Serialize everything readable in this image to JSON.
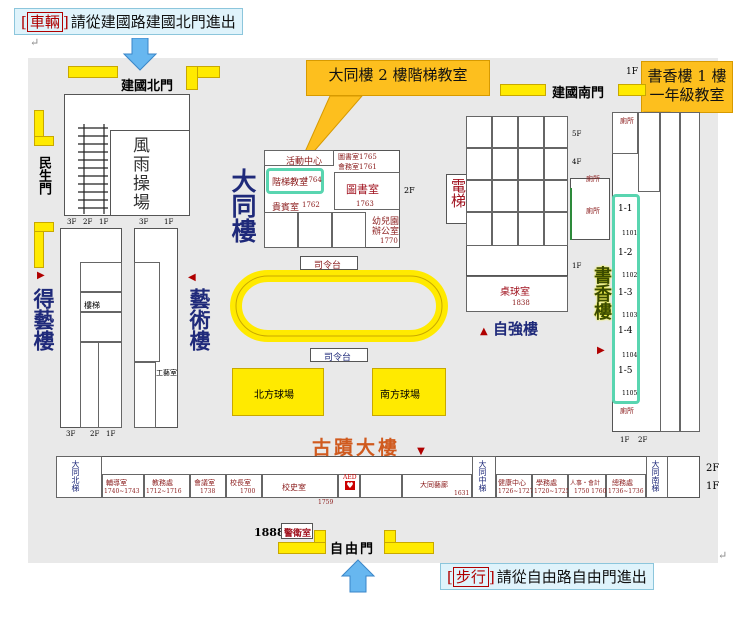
{
  "car_note": {
    "tag": "車輛",
    "text": "請從建國路建國北門進出"
  },
  "walk_note": {
    "tag": "步行",
    "text": "請從自由路自由門進出"
  },
  "callout_datong": "大同樓 2 樓階梯教室",
  "callout_shuxiang_line1": "書香樓 1 樓",
  "callout_shuxiang_line2": "一年級教室",
  "gates": {
    "north": "建國北門",
    "south": "建國南門",
    "minsheng": "民生門",
    "ziyou": "自由門"
  },
  "buildings": {
    "datong": "大同樓",
    "yishu": "藝術樓",
    "deyi": "得藝樓",
    "ziqiang": "自強樓",
    "shuxiang": "書香樓",
    "guji": "古蹟大樓",
    "fengyu": "風雨操場",
    "dianti": "電梯"
  },
  "rooms": {
    "huodong": "活動中心",
    "jieti": "階梯教室",
    "jieti_no": "1764",
    "guibin": "貴賓室",
    "guibin_no": "1762",
    "tushu": "圖書室",
    "tushu_no": "1763",
    "tushu_a": "圖書室1765",
    "tushu_b": "會務室1761",
    "youer": "幼兒園",
    "youer2": "辦公室",
    "youer_no": "1770",
    "siling1": "司令台",
    "siling2": "司令台",
    "qiuchang_n": "北方球場",
    "qiuchang_s": "南方球場",
    "zhuoqiu": "桌球室",
    "zhuoqiu_no": "1838",
    "louti": "樓梯",
    "gongyi": "工藝室",
    "fudao": "輔導室",
    "fudao_no": "1740~1743",
    "jiaowu": "教務處",
    "jiaowu_no": "1712~1716",
    "huiyi": "會議室",
    "huiyi_no": "1738",
    "xiaozhang": "校長室",
    "xiaozhang_no": "1700",
    "xiaoshi": "校史室",
    "xiaoshi_no": "1759",
    "aed": "AED",
    "zhongxin": "大同藝廊",
    "zhongxin_no": "1631",
    "jiankang": "健康中心",
    "jiankang_no": "1726~1727",
    "xuewu": "學務處",
    "xuewu_no": "1720~1725",
    "renshi": "人事・會計",
    "renshi_no": "1750  1760",
    "zongwu": "總務處",
    "zongwu_no": "1736~1736",
    "jingwei": "警衛室",
    "jingwei_no": "1888",
    "beiti": "大同北梯",
    "zhongti": "大同中梯",
    "nanti": "大同南梯",
    "classroom_1_1": "1-1",
    "classroom_1_2": "1-2",
    "classroom_1_3": "1-3",
    "classroom_1_4": "1-4",
    "classroom_1_5": "1-5",
    "room_1101": "1101",
    "room_1102": "1102",
    "room_1103": "1103",
    "room_1104": "1104",
    "room_1105": "1105",
    "cesuo": "廁所"
  },
  "floors": {
    "f1": "1F",
    "f2": "2F",
    "f3": "3F",
    "f4": "4F",
    "f5": "5F"
  },
  "colors": {
    "callout_bg": "#dff3fb",
    "yellow_callout": "#fdbf1e",
    "highlight_green": "#59d5b0",
    "track_yellow": "#ffea00",
    "arrow_blue": "#67b7f0",
    "label_red": "#a0121e",
    "label_navy": "#1f2a7a"
  }
}
